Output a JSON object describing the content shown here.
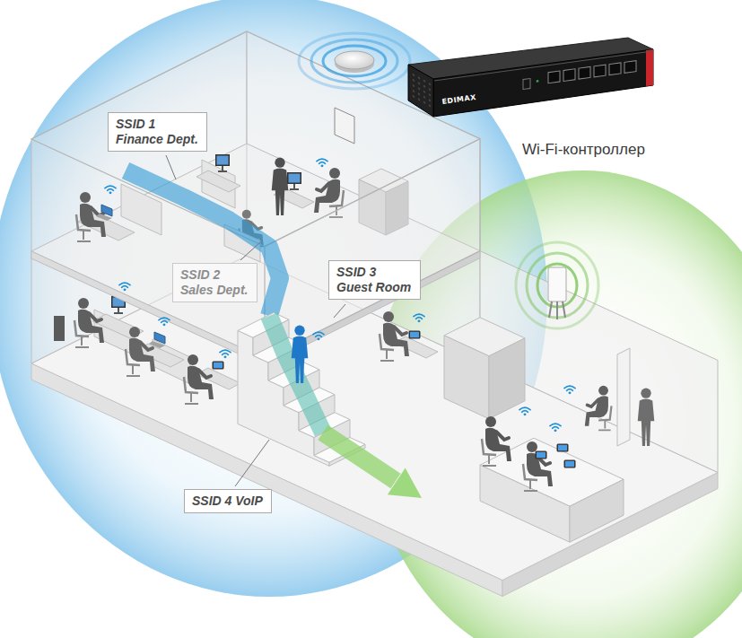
{
  "diagram": {
    "nodes": [
      {
        "text": [
          "SSID 1 Finance Dept."
        ]
      },
      {
        "text": [
          "SSID 2 Sales Dept."
        ]
      },
      {
        "text": [
          "SSID 3 Guest Room"
        ]
      },
      {
        "text": [
          "SSID 4 VoIP"
        ]
      }
    ],
    "labels": [
      "EDIMAX",
      "Wi-Fi-контроллер"
    ]
  }
}
